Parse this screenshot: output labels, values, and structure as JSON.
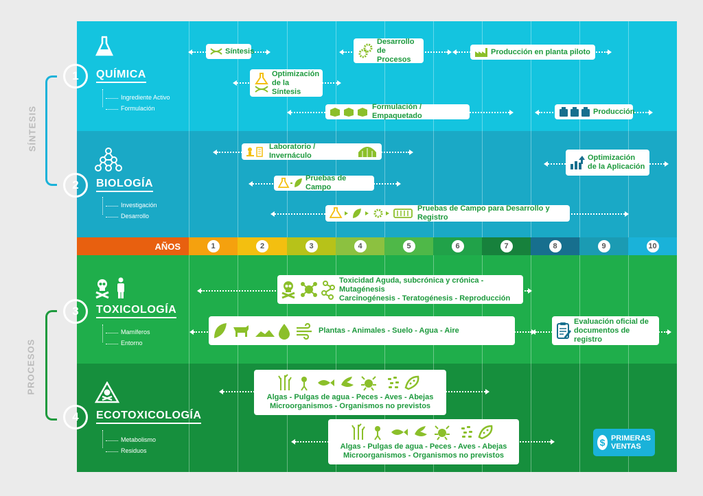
{
  "side_labels": {
    "sintesis": "SÍNTESIS",
    "procesos": "PROCESOS"
  },
  "sections": [
    {
      "number": "1",
      "title": "QUÍMICA",
      "subs": [
        "Ingrediente Activo",
        "Formulación"
      ]
    },
    {
      "number": "2",
      "title": "BIOLOGÍA",
      "subs": [
        "Investigación",
        "Desarrollo"
      ]
    },
    {
      "number": "3",
      "title": "TOXICOLOGÍA",
      "subs": [
        "Mamíferos",
        "Entorno"
      ]
    },
    {
      "number": "4",
      "title": "ECOTOXICOLOGÍA",
      "subs": [
        "Metabolismo",
        "Residuos"
      ]
    }
  ],
  "timeline": {
    "label": "AÑOS",
    "years": [
      "1",
      "2",
      "3",
      "4",
      "5",
      "6",
      "7",
      "8",
      "9",
      "10"
    ]
  },
  "tasks": {
    "sintesis": "Síntesis",
    "desarrollo_procesos": "Desarrollo\nde Procesos",
    "planta_piloto": "Producción en planta piloto",
    "optimizacion_sintesis": "Optimización\nde la Síntesis",
    "formulacion": "Formulación / Empaquetado",
    "produccion": "Producción",
    "laboratorio": "Laboratorio / Invernáculo",
    "optimizacion_aplicacion": "Optimización\nde la Aplicación",
    "pruebas_campo": "Pruebas de Campo",
    "pruebas_registro": "Pruebas de Campo para Desarrollo y Registro",
    "toxicidad": "Toxicidad Aguda, subcrónica y crónica - Mutagénesis\nCarcinogénesis - Teratogénesis - Reproducción",
    "entorno": "Plantas - Animales - Suelo - Agua - Aire",
    "evaluacion": "Evaluación oficial de\ndocumentos de registro",
    "eco1": "Algas - Pulgas de agua - Peces - Aves - Abejas\nMicroorganismos - Organismos no previstos",
    "eco2": "Algas - Pulgas de agua - Peces - Aves - Abejas\nMicroorganismos - Organismos no previstos"
  },
  "primeras_ventas": {
    "symbol": "$",
    "label": "PRIMERAS\nVENTAS"
  },
  "colors": {
    "quimica": "#14c4df",
    "biologia": "#1aa9c6",
    "toxicologia": "#1fae4b",
    "ecotoxicologia": "#168f3d",
    "icon_green": "#8bbf2a",
    "text_green": "#1e9a3e",
    "years": [
      "#f5a10e",
      "#f3bf10",
      "#b7c219",
      "#8cc140",
      "#4fb848",
      "#21a249",
      "#17813c",
      "#176f8e",
      "#1b9bb3",
      "#1ab2d9"
    ]
  }
}
